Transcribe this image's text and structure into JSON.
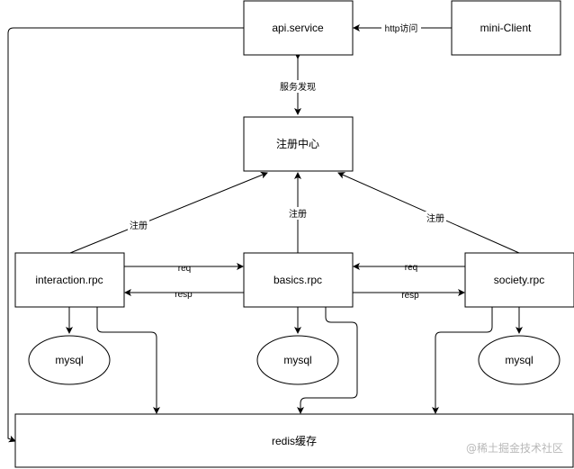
{
  "nodes": {
    "api_service": "api.service",
    "mini_client": "mini-Client",
    "registry": "注册中心",
    "interaction_rpc": "interaction.rpc",
    "basics_rpc": "basics.rpc",
    "society_rpc": "society.rpc",
    "mysql_left": "mysql",
    "mysql_center": "mysql",
    "mysql_right": "mysql",
    "redis": "redis缓存"
  },
  "edges": {
    "http_access": "http访问",
    "service_discovery": "服务发现",
    "register_left": "注册",
    "register_center": "注册",
    "register_right": "注册",
    "req_left": "req",
    "resp_left": "resp",
    "req_right": "req",
    "resp_right": "resp"
  },
  "watermark": "@稀土掘金技术社区"
}
